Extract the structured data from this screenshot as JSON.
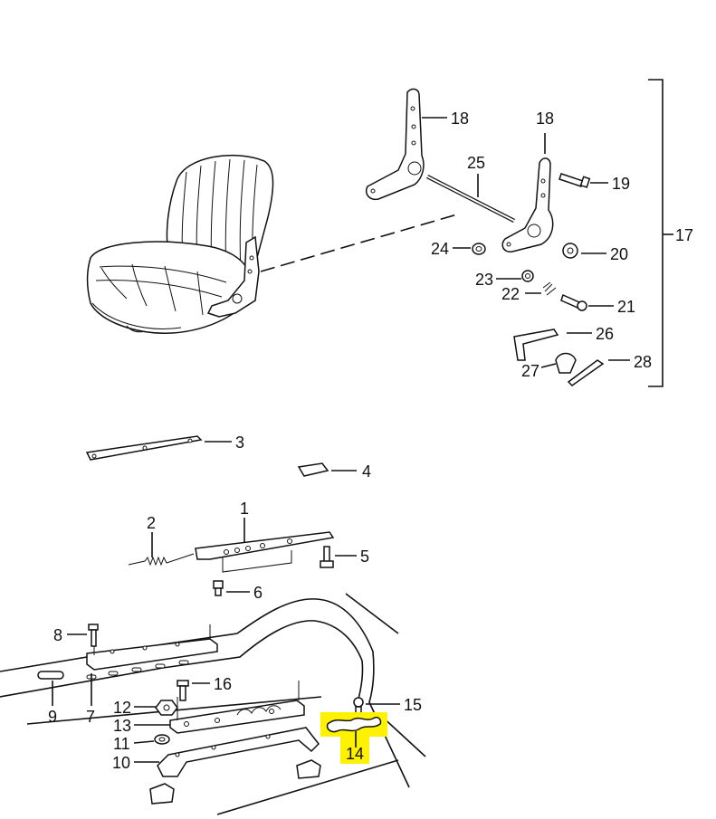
{
  "highlight_color": "#fff200",
  "labels": {
    "p1": "1",
    "p2": "2",
    "p3": "3",
    "p4": "4",
    "p5": "5",
    "p6": "6",
    "p7": "7",
    "p8": "8",
    "p9": "9",
    "p10": "10",
    "p11": "11",
    "p12": "12",
    "p13": "13",
    "p14": "14",
    "p15": "15",
    "p16": "16",
    "p17": "17",
    "p18a": "18",
    "p18b": "18",
    "p19": "19",
    "p20": "20",
    "p21": "21",
    "p22": "22",
    "p23": "23",
    "p24": "24",
    "p25": "25",
    "p26": "26",
    "p27": "27",
    "p28": "28"
  }
}
